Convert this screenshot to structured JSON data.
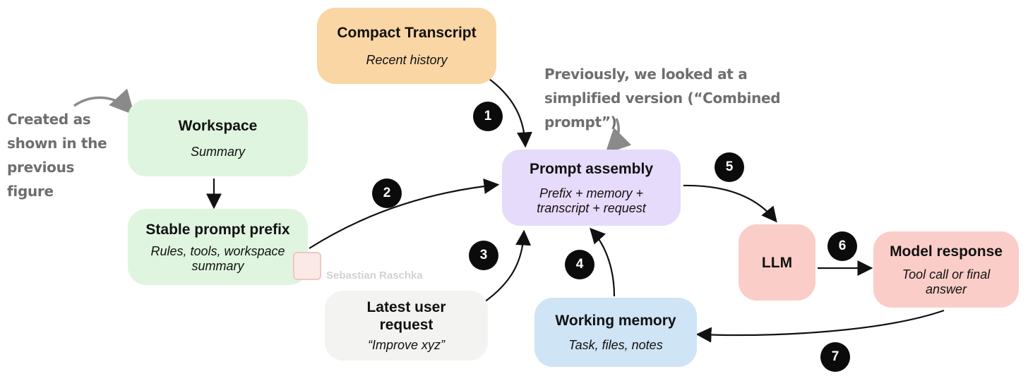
{
  "boxes": {
    "compact_transcript": {
      "title": "Compact Transcript",
      "subtitle": "Recent history",
      "color": "#fad6a5"
    },
    "workspace": {
      "title": "Workspace",
      "subtitle": "Summary",
      "color": "#dff5df"
    },
    "stable_prefix": {
      "title": "Stable prompt prefix",
      "subtitle": "Rules, tools, workspace summary",
      "color": "#dff5df"
    },
    "prompt_assembly": {
      "title": "Prompt assembly",
      "subtitle": "Prefix + memory + transcript + request",
      "color": "#e6dbfa"
    },
    "llm": {
      "title": "LLM",
      "color": "#fbcdc8"
    },
    "model_response": {
      "title": "Model response",
      "subtitle": "Tool call or final answer",
      "color": "#fbcdc8"
    },
    "latest_request": {
      "title": "Latest user request",
      "subtitle": "“Improve xyz”",
      "color": "#f3f3f1"
    },
    "working_memory": {
      "title": "Working memory",
      "subtitle": "Task, files, notes",
      "color": "#cfe4f5"
    }
  },
  "notes": {
    "created_as": "Created as shown in the previous figure",
    "previously": "Previously, we looked at a simplified version (“Combined prompt”)"
  },
  "badges": [
    "1",
    "2",
    "3",
    "4",
    "5",
    "6",
    "7"
  ],
  "watermark": "Sebastian Raschka"
}
